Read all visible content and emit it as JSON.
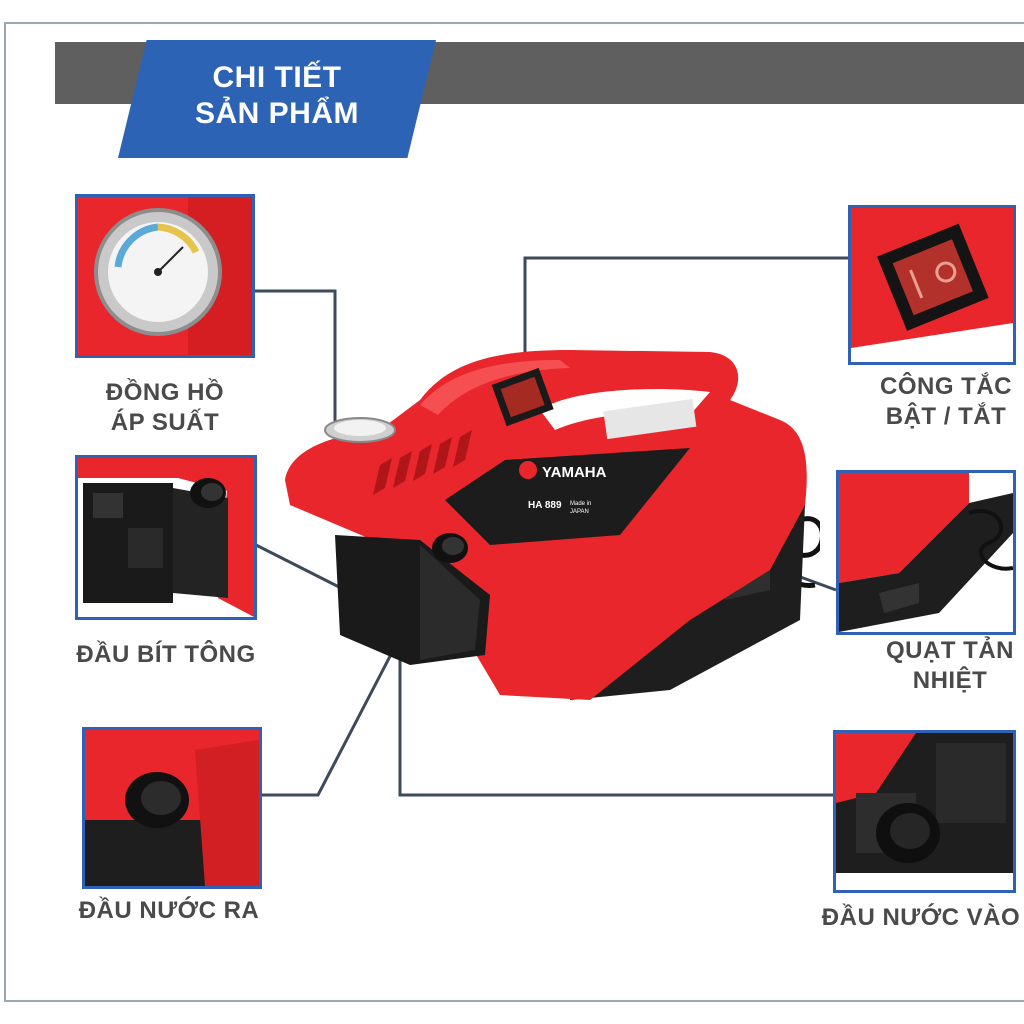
{
  "header": {
    "title_line1": "CHI TIẾT",
    "title_line2": "SẢN PHẨM"
  },
  "product": {
    "brand": "YAMAHA",
    "model": "HA 889",
    "origin_line1": "Made in",
    "origin_line2": "JAPAN"
  },
  "callouts": {
    "pressure_gauge": {
      "line1": "ĐỒNG HỒ",
      "line2": "ÁP SUẤT"
    },
    "power_switch": {
      "line1": "CÔNG TẮC",
      "line2": "BẬT / TẮT"
    },
    "piston_head": {
      "line1": "ĐẦU BÍT TÔNG"
    },
    "cooling_fan": {
      "line1": "QUẠT TẢN",
      "line2": "NHIỆT"
    },
    "water_outlet": {
      "line1": "ĐẦU NƯỚC RA"
    },
    "water_inlet": {
      "line1": "ĐẦU NƯỚC VÀO"
    }
  },
  "colors": {
    "banner_blue": "#2d63b4",
    "header_gray": "#5f5f5f",
    "machine_red": "#e8262b",
    "machine_black": "#1e1e1e",
    "label_gray": "#4a4a4a",
    "connector": "#3e4a5a"
  }
}
